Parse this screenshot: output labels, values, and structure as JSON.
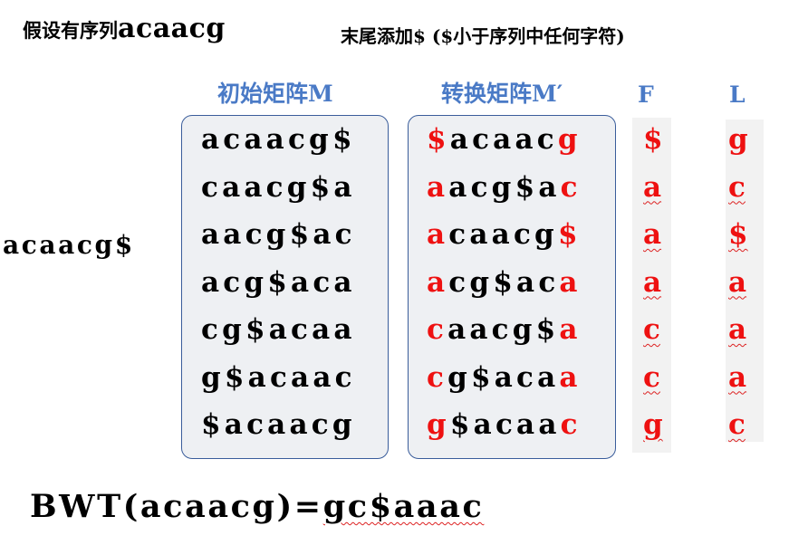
{
  "intro": {
    "prefix": "假设有序列",
    "sequence": "acaacg"
  },
  "note": "末尾添加$ ($小于序列中任何字符)",
  "left_label": "acaacg$",
  "titles": {
    "initial": "初始矩阵M",
    "transformed": "转换矩阵M′",
    "f": "F",
    "l": "L"
  },
  "matrix_initial": [
    "acaacg$",
    "caacg$a",
    "aacg$ac",
    "acg$aca",
    "cg$acaa",
    "g$acaac",
    "$acaacg"
  ],
  "matrix_sorted": [
    "$acaacg",
    "aacg$ac",
    "acaacg$",
    "acg$aca",
    "caacg$a",
    "cg$acaa",
    "g$acaac"
  ],
  "F_column": [
    "$",
    "a",
    "a",
    "a",
    "c",
    "c",
    "g"
  ],
  "L_column": [
    "g",
    "c",
    "$",
    "a",
    "a",
    "a",
    "c"
  ],
  "result": {
    "expr": "BWT(acaacg)=",
    "value": "gc$aaac"
  },
  "colors": {
    "title_blue": "#4a7ac6",
    "highlight_red": "#ee1111",
    "box_border": "#3a5d9b",
    "box_fill": "#eef0f3"
  }
}
